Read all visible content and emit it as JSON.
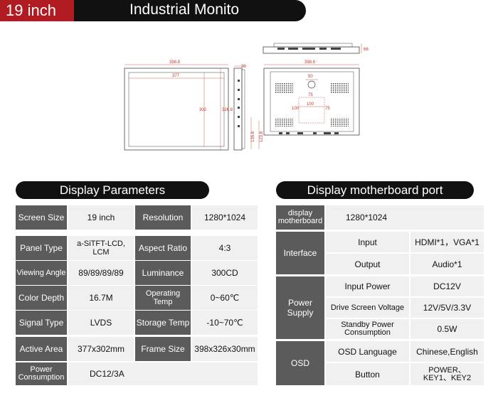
{
  "header": {
    "size": "19 inch",
    "title": "Industrial Monito"
  },
  "drawing": {
    "front_width": "398.8",
    "front_inner_width": "377",
    "front_height": "302",
    "front_outer_height": "326.8",
    "side_depth": "30",
    "top_depth": "66",
    "back_width": "398.8",
    "back_top": "50",
    "vesa_h": "75",
    "vesa_v": "75",
    "vesa_100": "100",
    "back_100": "100",
    "side_h1": "135.8",
    "side_h2": "123.8"
  },
  "display_parameters": {
    "heading": "Display Parameters",
    "rows": [
      {
        "label1": "Screen Size",
        "value1": "19 inch",
        "label2": "Resolution",
        "value2": "1280*1024"
      },
      {
        "label1": "Panel Type",
        "value1": "a-SiTFT-LCD, LCM",
        "label2": "Aspect Ratio",
        "value2": "4:3"
      },
      {
        "label1": "Viewing Angle",
        "value1": "89/89/89/89",
        "label2": "Luminance",
        "value2": "300CD"
      },
      {
        "label1": "Color Depth",
        "value1": "16.7M",
        "label2": "Operating Temp",
        "value2": "0~60℃"
      },
      {
        "label1": "Signal Type",
        "value1": "LVDS",
        "label2": "Storage Temp",
        "value2": "-10~70℃"
      },
      {
        "label1": "Active Area",
        "value1": "377x302mm",
        "label2": "Frame Size",
        "value2": "398x326x30mm"
      },
      {
        "label1": "Power Consumption",
        "value1": "DC12/3A"
      }
    ]
  },
  "motherboard": {
    "heading": "Display motherboard port",
    "display_label": "display motherboard",
    "display_value": "1280*1024",
    "interface_label": "Interface",
    "input_label": "Input",
    "input_value": "HDMI*1，VGA*1",
    "output_label": "Output",
    "output_value": "Audio*1",
    "power_label": "Power Supply",
    "input_power_label": "Input Power",
    "input_power_value": "DC12V",
    "drive_label": "Drive Screen Voltage",
    "drive_value": "12V/5V/3.3V",
    "standby_label": "Standby Power Consumption",
    "standby_value": "0.5W",
    "osd_label": "OSD",
    "osd_lang_label": "OSD Language",
    "osd_lang_value": "Chinese,English",
    "button_label": "Button",
    "button_value": "POWER、KEY1、KEY2"
  }
}
